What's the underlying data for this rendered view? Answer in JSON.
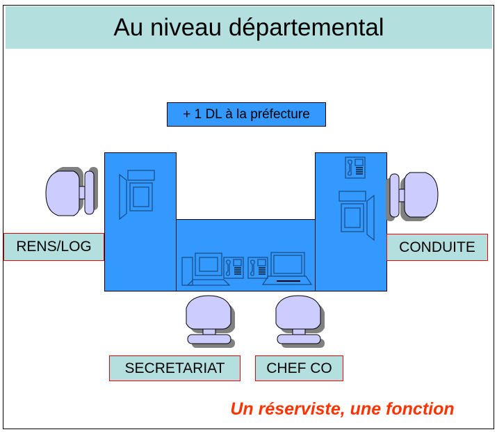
{
  "title": "Au niveau départemental",
  "extra_note": "+ 1 DL à la préfecture",
  "stations": {
    "left": "RENS/LOG",
    "right": "CONDUITE",
    "bottom_left": "SECRETARIAT",
    "bottom_right": "CHEF CO"
  },
  "motto": "Un réserviste, une fonction",
  "colors": {
    "desk": "#3399ff",
    "label_bg": "#b4dfdf",
    "chair": "#ccccff",
    "motto": "#ff3300",
    "label_border": "#ee0000"
  }
}
